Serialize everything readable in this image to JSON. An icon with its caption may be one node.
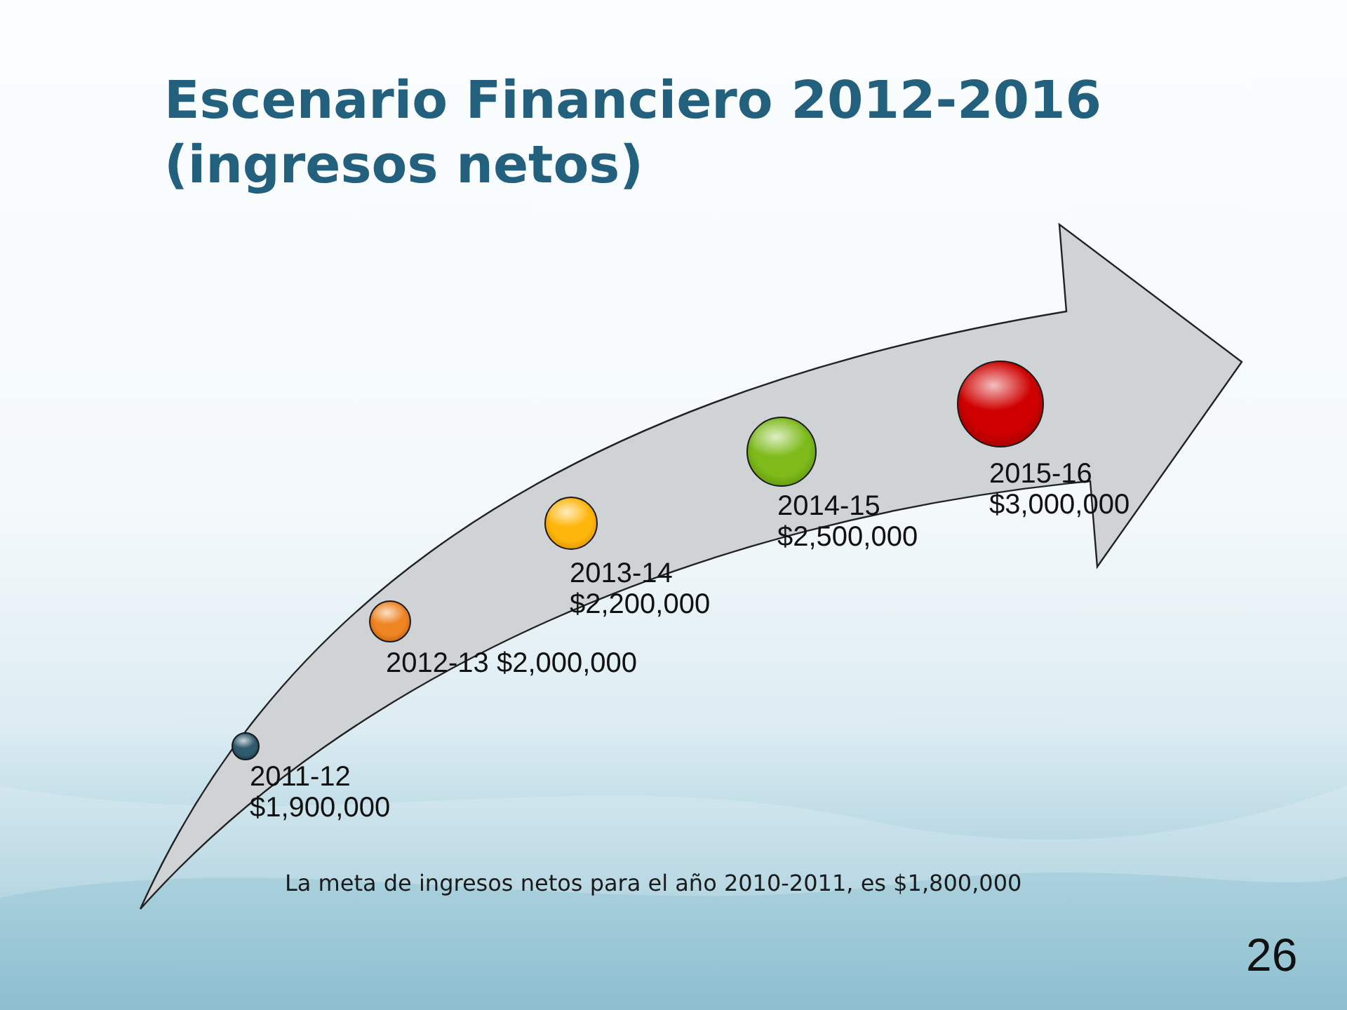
{
  "diagram": {
    "title": "Escenario Financiero 2012-2016 (ingresos netos)",
    "nodes": [
      {
        "text": [],
        "shape": "circle",
        "beside": [
          "2011-12 $1,900,000"
        ]
      },
      {
        "text": [],
        "shape": "circle",
        "beside": [
          "2012-13 $2,000,000"
        ]
      },
      {
        "text": [],
        "shape": "circle",
        "beside": [
          "2013-14 $2,200,000"
        ]
      },
      {
        "text": [],
        "shape": "circle",
        "beside": [
          "2014-15 $2,500,000"
        ]
      },
      {
        "text": [],
        "shape": "circle",
        "beside": [
          "2015-16 $3,000,000"
        ]
      }
    ],
    "labels": [
      "La meta de ingresos netos para el año 2010-2011, es $1,800,000",
      "26"
    ]
  }
}
